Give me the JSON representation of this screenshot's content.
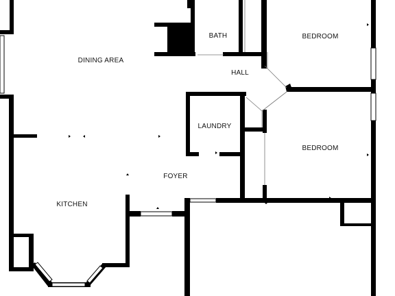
{
  "floorplan": {
    "rooms": {
      "bath": "BATH",
      "bedroom_1": "BEDROOM",
      "dining": "DINING AREA",
      "hall": "HALL",
      "laundry": "LAUNDRY",
      "bedroom_2": "BEDROOM",
      "foyer": "FOYER",
      "kitchen": "KITCHEN"
    },
    "colors": {
      "wall": "#000000",
      "window": "#ffffff",
      "background": "#ffffff"
    }
  }
}
